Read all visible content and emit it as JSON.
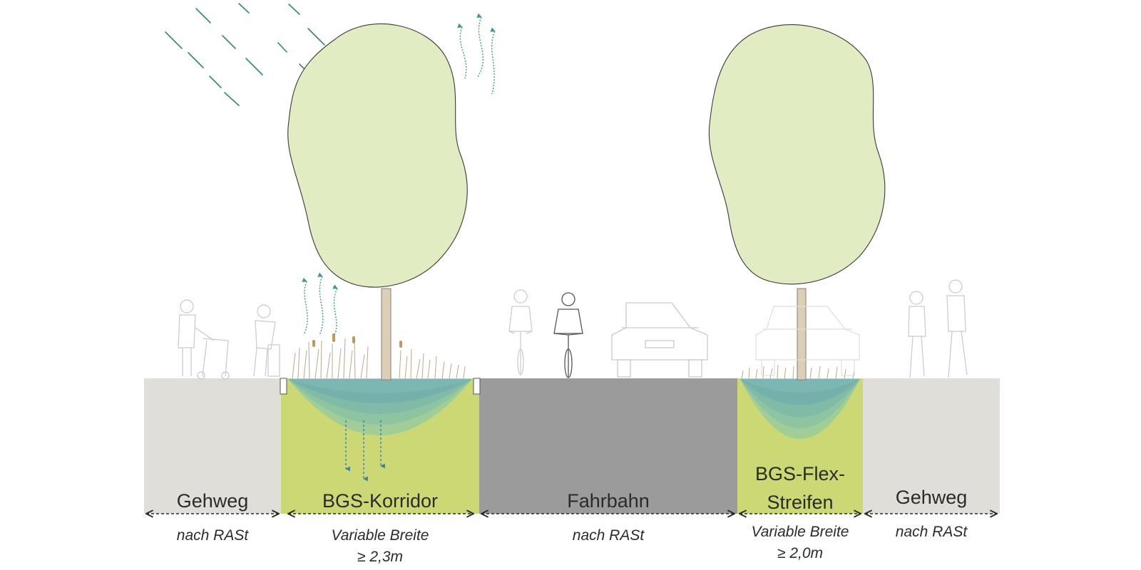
{
  "segments": [
    {
      "name": "Gehweg",
      "width_note": "nach RASt",
      "width_note_2": ""
    },
    {
      "name": "BGS-Korridor",
      "width_note": "Variable Breite",
      "width_note_2": "≥ 2,3m"
    },
    {
      "name": "Fahrbahn",
      "width_note": "nach RASt",
      "width_note_2": ""
    },
    {
      "name": "BGS-Flex-",
      "name_2": "Streifen",
      "width_note": "Variable Breite",
      "width_note_2": "≥ 2,0m"
    },
    {
      "name": "Gehweg",
      "width_note": "nach RASt",
      "width_note_2": ""
    }
  ],
  "colors": {
    "sidewalk": "#e0ded8",
    "green_strip": "#cbd874",
    "roadway": "#9b9b9b",
    "tree_crown": "#e2ecc2",
    "tree_trunk": "#dccfb8",
    "rain": "#2e8b6e",
    "water_layers": [
      "#9ccd9a",
      "#8cc3a0",
      "#7fb9a6",
      "#74afac"
    ],
    "text": "#2b2b2b"
  },
  "icons": [
    "rain-lines",
    "tree",
    "evaporation-arrow",
    "infiltration-arrow",
    "curb",
    "pedestrian-with-rollator",
    "seated-person",
    "cyclist",
    "car",
    "joggers",
    "reeds",
    "grass",
    "dimension-arrow"
  ]
}
